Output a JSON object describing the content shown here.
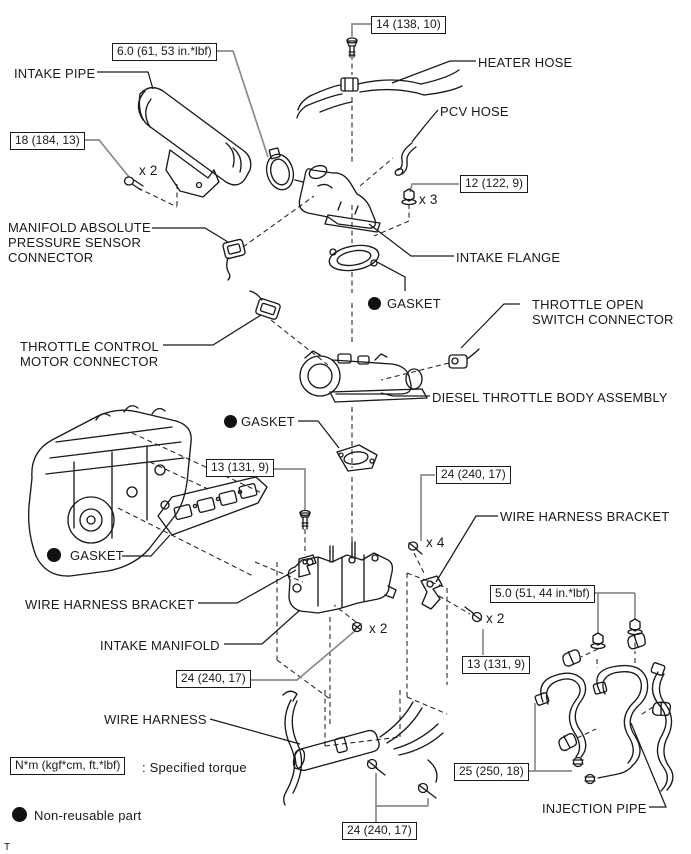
{
  "colors": {
    "line": "#1a1a1a",
    "leader_gray": "#8c8c8c",
    "background": "#ffffff"
  },
  "torque_labels": {
    "intake_pipe_clamp": "6.0 (61, 53 in.*lbf)",
    "heater_hose_bolt": "14 (138, 10)",
    "intake_pipe_bolts": "18 (184, 13)",
    "intake_flange_nuts": "12 (122, 9)",
    "manifold_upper_bolt": "13 (131, 9)",
    "manifold_right_bolts": "24 (240, 17)",
    "injection_clamp_nuts": "5.0 (51, 44 in.*lbf)",
    "bracket_right_bolts": "13 (131, 9)",
    "manifold_left_bolts": "24 (240, 17)",
    "injection_pipe_unions": "25 (250, 18)",
    "wire_harness_bolts": "24 (240, 17)"
  },
  "part_labels": {
    "intake_pipe": "INTAKE PIPE",
    "heater_hose": "HEATER HOSE",
    "pcv_hose": "PCV HOSE",
    "map_connector_l1": "MANIFOLD ABSOLUTE",
    "map_connector_l2": "PRESSURE SENSOR",
    "map_connector_l3": "CONNECTOR",
    "intake_flange": "INTAKE FLANGE",
    "gasket": "GASKET",
    "throttle_open_l1": "THROTTLE OPEN",
    "throttle_open_l2": "SWITCH CONNECTOR",
    "throttle_control_l1": "THROTTLE CONTROL",
    "throttle_control_l2": "MOTOR CONNECTOR",
    "diesel_throttle_body": "DIESEL THROTTLE BODY ASSEMBLY",
    "wire_harness_bracket": "WIRE HARNESS BRACKET",
    "intake_manifold": "INTAKE MANIFOLD",
    "wire_harness": "WIRE HARNESS",
    "injection_pipe": "INJECTION PIPE"
  },
  "multipliers": {
    "intake_pipe_bolts": "x 2",
    "intake_flange_nuts": "x 3",
    "manifold_right_bolts": "x 4",
    "manifold_left_bolts": "x 2",
    "bracket_right_bolts": "x 2"
  },
  "legend": {
    "torque_unit_box": "N*m (kgf*cm, ft.*lbf)",
    "torque_desc": ": Specified torque",
    "non_reusable": "Non-reusable part",
    "footer_mark": "T"
  }
}
